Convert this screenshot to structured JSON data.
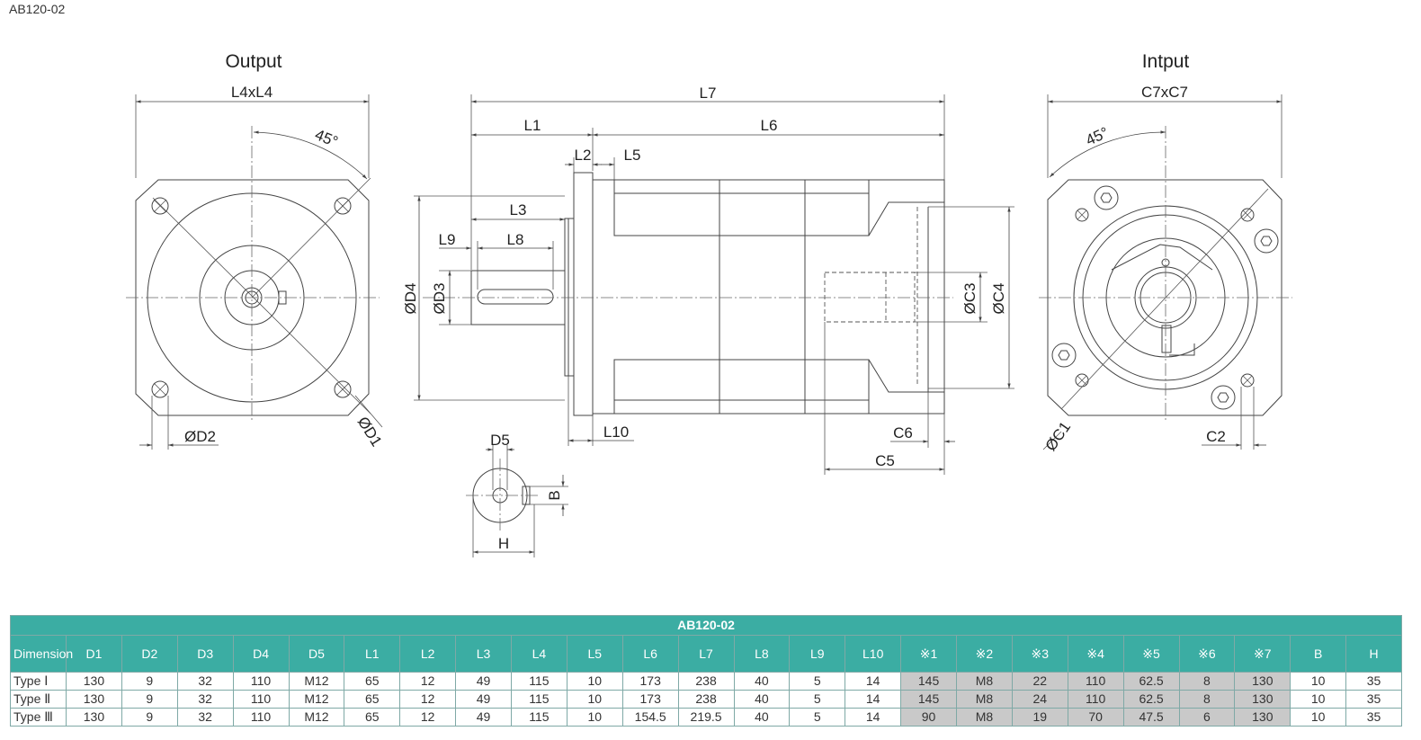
{
  "page": {
    "title": "AB120-02"
  },
  "drawing": {
    "output_title": "Output",
    "input_title": "Intput",
    "labels": {
      "L4xL4": "L4xL4",
      "angle_output": "45°",
      "D1": "ØD1",
      "D2": "ØD2",
      "L7": "L7",
      "L1": "L1",
      "L6": "L6",
      "L2": "L2",
      "L5": "L5",
      "L3": "L3",
      "L9": "L9",
      "L8": "L8",
      "D4": "ØD4",
      "D3": "ØD3",
      "C3": "ØC3",
      "C4": "ØC4",
      "L10": "L10",
      "C6": "C6",
      "C5": "C5",
      "D5": "D5",
      "B": "B",
      "H": "H",
      "C7xC7": "C7xC7",
      "angle_input": "45°",
      "C1": "ØC1",
      "C2": "C2"
    }
  },
  "table": {
    "caption": "AB120-02",
    "dimension_label": "Dimension",
    "columns": [
      "D1",
      "D2",
      "D3",
      "D4",
      "D5",
      "L1",
      "L2",
      "L3",
      "L4",
      "L5",
      "L6",
      "L7",
      "L8",
      "L9",
      "L10",
      "※1",
      "※2",
      "※3",
      "※4",
      "※5",
      "※6",
      "※7",
      "B",
      "H"
    ],
    "highlight_columns": [
      "※1",
      "※2",
      "※3",
      "※4",
      "※5",
      "※6",
      "※7"
    ],
    "rows": [
      {
        "type": "Type Ⅰ",
        "values": [
          "130",
          "9",
          "32",
          "110",
          "M12",
          "65",
          "12",
          "49",
          "115",
          "10",
          "173",
          "238",
          "40",
          "5",
          "14",
          "145",
          "M8",
          "22",
          "110",
          "62.5",
          "8",
          "130",
          "10",
          "35"
        ]
      },
      {
        "type": "Type Ⅱ",
        "values": [
          "130",
          "9",
          "32",
          "110",
          "M12",
          "65",
          "12",
          "49",
          "115",
          "10",
          "173",
          "238",
          "40",
          "5",
          "14",
          "145",
          "M8",
          "24",
          "110",
          "62.5",
          "8",
          "130",
          "10",
          "35"
        ]
      },
      {
        "type": "Type Ⅲ",
        "values": [
          "130",
          "9",
          "32",
          "110",
          "M12",
          "65",
          "12",
          "49",
          "115",
          "10",
          "154.5",
          "219.5",
          "40",
          "5",
          "14",
          "90",
          "M8",
          "19",
          "70",
          "47.5",
          "6",
          "130",
          "10",
          "35"
        ]
      }
    ],
    "colors": {
      "header_bg": "#3bada3",
      "highlight_bg": "#c9c9c9"
    }
  }
}
